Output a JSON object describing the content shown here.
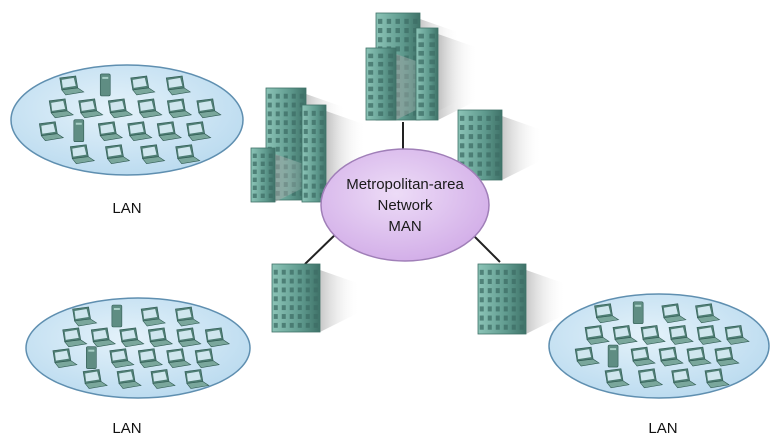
{
  "man": {
    "line1": "Metropolitan-area",
    "line2": "Network",
    "line3": "MAN",
    "fill": "#d9b8ec",
    "stroke": "#9a7bb0"
  },
  "lans": [
    {
      "label": "LAN"
    },
    {
      "label": "LAN"
    },
    {
      "label": "LAN"
    }
  ],
  "colors": {
    "lan_fill": "#c6e2f3",
    "lan_stroke": "#5f8fb0",
    "building": "#6aa59a",
    "building_dark": "#3f7268",
    "device": "#6f9b91",
    "link": "#222222"
  }
}
